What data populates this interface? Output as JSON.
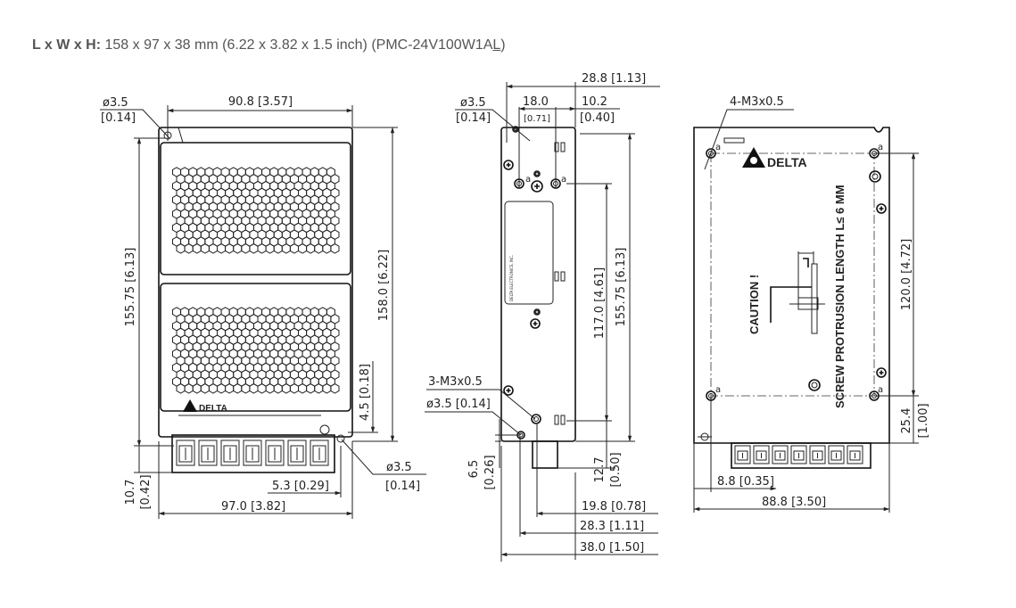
{
  "header": {
    "label": "L x W x H:",
    "dims": " 158 x 97 x 38 mm (6.22 x 3.82 x 1.5 inch) (PMC-24V100W1A",
    "model_suffix": "L",
    "close": ")"
  },
  "front_view": {
    "logo": "DELTA",
    "hole_dia_top": "ø3.5",
    "hole_dia_top_in": "[0.14]",
    "width_top": "90.8 [3.57]",
    "height_left": "155.75 [6.13]",
    "height_right": "158.0 [6.22]",
    "offset_right": "4.5 [0.18]",
    "hole_dia_bottom": "ø3.5",
    "hole_dia_bottom_in": "[0.14]",
    "offset_bottom": "5.3 [0.29]",
    "bottom_height": "10.7",
    "bottom_height_in": "[0.42]",
    "width_bottom": "97.0 [3.82]"
  },
  "side_view": {
    "depth_top": "28.8 [1.13]",
    "hole_dia": "ø3.5",
    "hole_dia_in": "[0.14]",
    "spacing_a": "18.0",
    "spacing_a_in": "[0.71]",
    "spacing_b": "10.2",
    "spacing_b_in": "[0.40]",
    "hole_label": "a",
    "height_holes": "117.0 [4.61]",
    "height_total": "155.75 [6.13]",
    "thread": "3-M3x0.5",
    "hole_dia2": "ø3.5 [0.14]",
    "bottom_a": "6.5",
    "bottom_a_in": "[0.26]",
    "bottom_b": "12.7",
    "bottom_b_in": "[0.50]",
    "d1": "19.8 [0.78]",
    "d2": "28.3 [1.11]",
    "d3": "38.0 [1.50]",
    "label_text": "DELTA ELECTRONICS, INC."
  },
  "back_view": {
    "thread": "4-M3x0.5",
    "logo": "DELTA",
    "hole_label": "a",
    "caution": "CAUTION !",
    "screw_note": "SCREW PROTRUSION LENGTH  L≤ 6 MM",
    "hole_spacing": "120.0 [4.72]",
    "bottom_offset": "25.4",
    "bottom_offset_in": "[1.00]",
    "left_offset": "8.8 [0.35]",
    "width": "88.8 [3.50]"
  }
}
